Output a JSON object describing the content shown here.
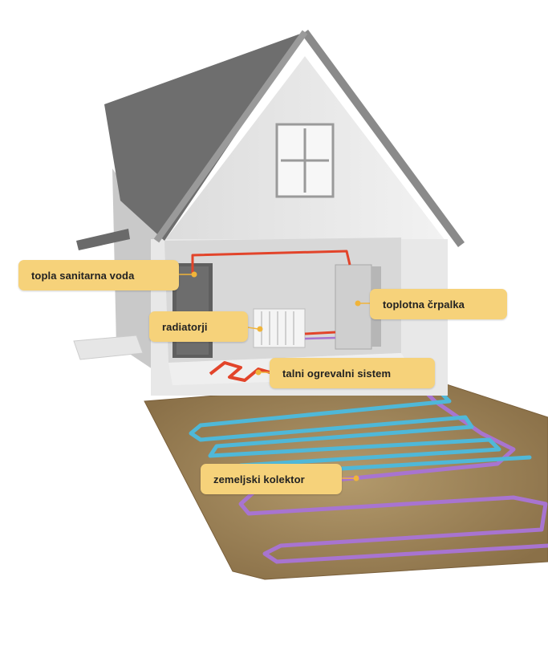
{
  "labels": {
    "hot_water": "topla sanitarna voda",
    "radiators": "radiatorji",
    "floor_heating": "talni ogrevalni sistem",
    "heat_pump": "toplotna črpalka",
    "ground_collector": "zemeljski kolektor"
  },
  "colors": {
    "callout_bg": "#f6d27a",
    "marker": "#f0b43a",
    "hot_pipe": "#e2442a",
    "cold_pipe": "#4fb8d8",
    "return_pipe": "#a874d0",
    "soil": "#a0855a",
    "roof": "#6e6e6e",
    "wall": "#eeeeee"
  }
}
